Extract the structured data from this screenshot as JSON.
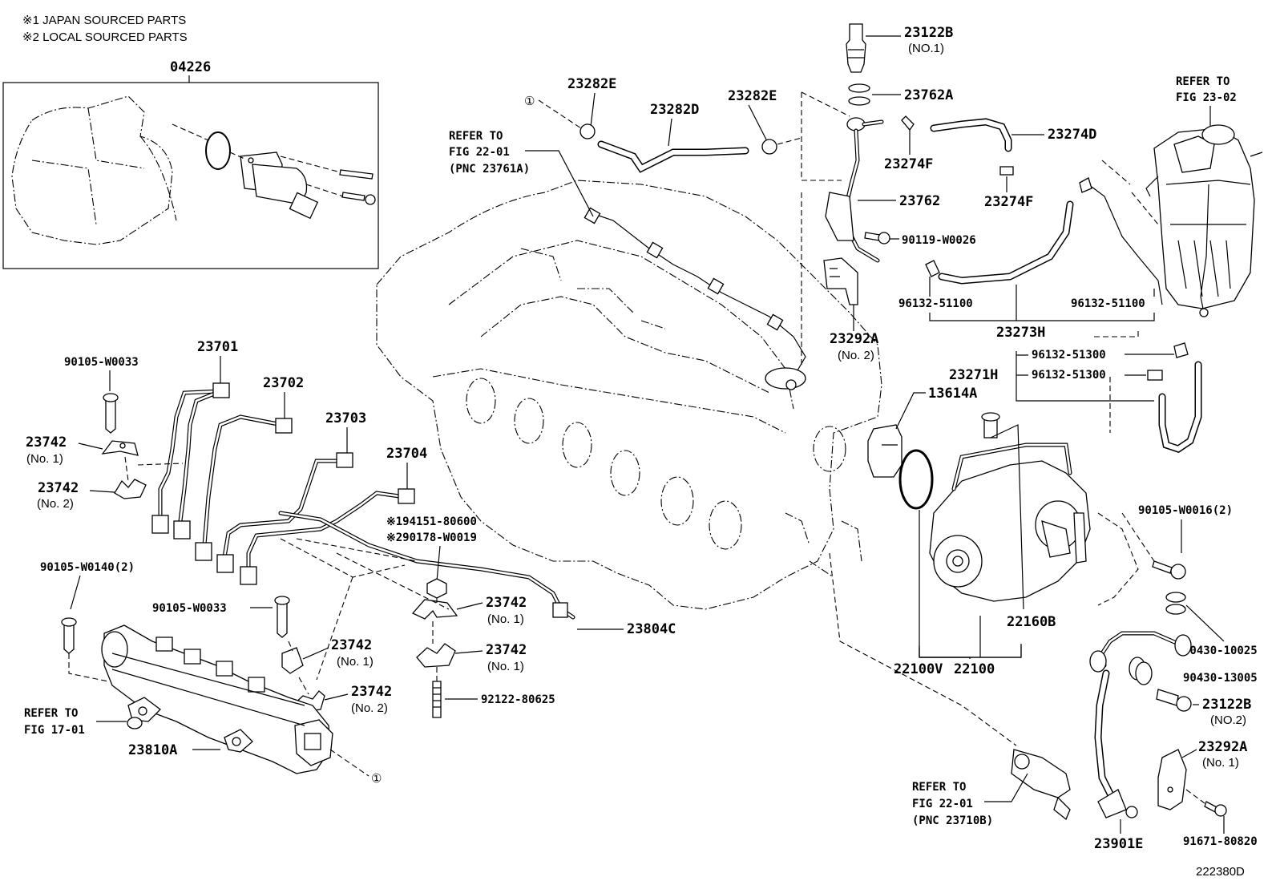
{
  "notes": {
    "japan": "※1 JAPAN SOURCED PARTS",
    "local": "※2 LOCAL SOURCED PARTS"
  },
  "labels": {
    "p04226": "04226",
    "p23122B_1": "23122B",
    "p23122B_1_sub": "(NO.1)",
    "p23762A": "23762A",
    "p23274D": "23274D",
    "p23274F_a": "23274F",
    "p23274F_b": "23274F",
    "p23762": "23762",
    "p90119": "90119-W0026",
    "p23282E_a": "23282E",
    "p23282D": "23282D",
    "p23282E_b": "23282E",
    "ref2201a": [
      "REFER TO",
      "FIG 22-01",
      "(PNC 23761A)"
    ],
    "ref2302": [
      "REFER TO",
      "FIG 23-02"
    ],
    "p96132_a": "96132-51100",
    "p96132_b": "96132-51100",
    "p23273H": "23273H",
    "p23292A_2": "23292A",
    "p23292A_2_sub": "(No. 2)",
    "p96132_c": "96132-51300",
    "p96132_d": "96132-51300",
    "p23271H": "23271H",
    "p13614A": "13614A",
    "p90105_w0033_a": "90105-W0033",
    "p23701": "23701",
    "p23702": "23702",
    "p23703": "23703",
    "p23704": "23704",
    "p23742_1a": "23742",
    "p23742_1a_sub": "(No. 1)",
    "p23742_2a": "23742",
    "p23742_2a_sub": "(No. 2)",
    "p194151": "※194151-80600",
    "p290178": "※290178-W0019",
    "p90105_w0140": "90105-W0140(2)",
    "p90105_w0033_b": "90105-W0033",
    "p23742_1b": "23742",
    "p23742_1b_sub": "(No. 1)",
    "p23742_1c": "23742",
    "p23742_1c_sub": "(No. 1)",
    "p23742_1d": "23742",
    "p23742_1d_sub": "(No. 1)",
    "p23742_2b": "23742",
    "p23742_2b_sub": "(No. 2)",
    "p23804C": "23804C",
    "p92122": "92122-80625",
    "ref1701": [
      "REFER TO",
      "FIG 17-01"
    ],
    "p23810A": "23810A",
    "p22100V": "22100V",
    "p22160B": "22160B",
    "p22100": "22100",
    "p90105_w0016": "90105-W0016(2)",
    "p90430_10025": "90430-10025",
    "p90430_13005": "90430-13005",
    "p23122B_2": "23122B",
    "p23122B_2_sub": "(NO.2)",
    "p23292A_1": "23292A",
    "p23292A_1_sub": "(No. 1)",
    "ref2201b": [
      "REFER TO",
      "FIG 22-01",
      "(PNC 23710B)"
    ],
    "p23901E": "23901E",
    "p91671": "91671-80820",
    "callout_a": "①",
    "callout_b": "①",
    "figure_id": "222380D"
  }
}
